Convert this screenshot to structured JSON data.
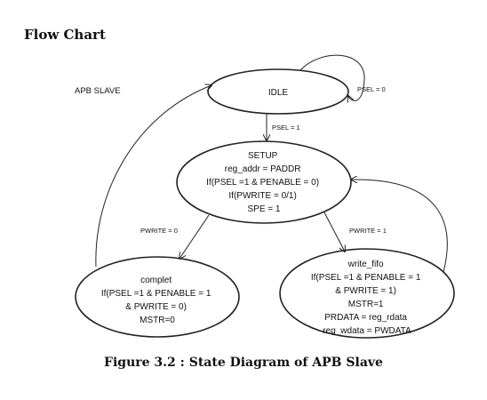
{
  "page": {
    "heading": "Flow Chart",
    "side_label": "APB SLAVE",
    "caption": "Figure 3.2 : State Diagram of APB Slave"
  },
  "states": {
    "idle": {
      "lines": [
        "IDLE"
      ]
    },
    "setup": {
      "lines": [
        "SETUP",
        "reg_addr = PADDR",
        "If(PSEL =1 & PENABLE = 0)",
        "If(PWRITE = 0/1)",
        "SPE = 1"
      ]
    },
    "complet": {
      "lines": [
        "complet",
        "If(PSEL =1 & PENABLE = 1",
        "& PWRITE = 0)",
        "MSTR=0"
      ]
    },
    "write_fifo": {
      "lines": [
        "write_fifo",
        "If(PSEL =1 & PENABLE = 1",
        "& PWRITE = 1)",
        "MSTR=1",
        "PRDATA = reg_rdata",
        "reg_wdata = PWDATA"
      ]
    }
  },
  "transitions": {
    "idle_self": "PSEL = 0",
    "idle_to_setup": "PSEL = 1",
    "setup_to_complet": "PWRITE = 0",
    "setup_to_write": "PWRITE = 1"
  }
}
